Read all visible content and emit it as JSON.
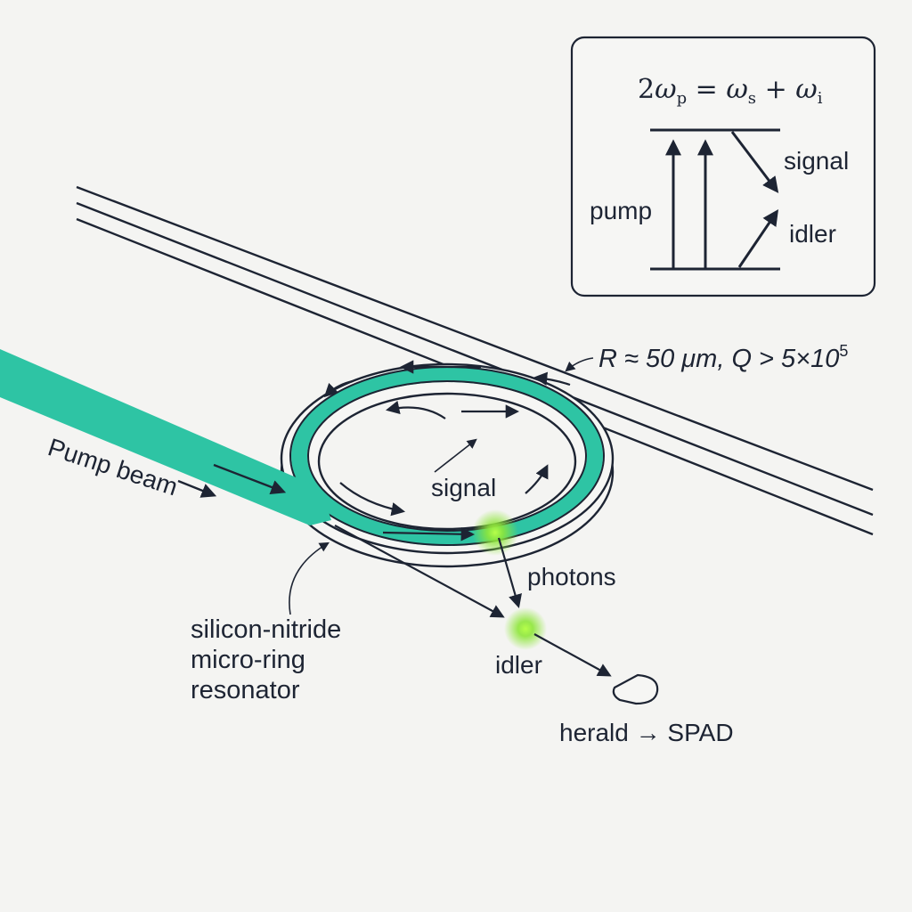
{
  "inset": {
    "equation": {
      "lead": "2",
      "omega": "ω",
      "sub_p": "p",
      "equals": " = ",
      "sub_s": "s",
      "plus": " + ",
      "sub_i": "i"
    },
    "pump_label": "pump",
    "signal_label": "signal",
    "idler_label": "idler"
  },
  "labels": {
    "pump_beam": "Pump beam",
    "ring_spec": "R ≈ 50 μm, Q > 5×10",
    "ring_spec_exp": "5",
    "signal": "signal",
    "photons": "photons",
    "idler": "idler",
    "resonator_line1": "silicon-nitride",
    "resonator_line2": "micro-ring",
    "resonator_line3": "resonator",
    "herald": "herald → SPAD"
  },
  "colors": {
    "ink": "#1d2433",
    "pump_teal": "#2ec4a4",
    "photon_green": "#8ee63a",
    "paper": "#f4f4f2"
  }
}
